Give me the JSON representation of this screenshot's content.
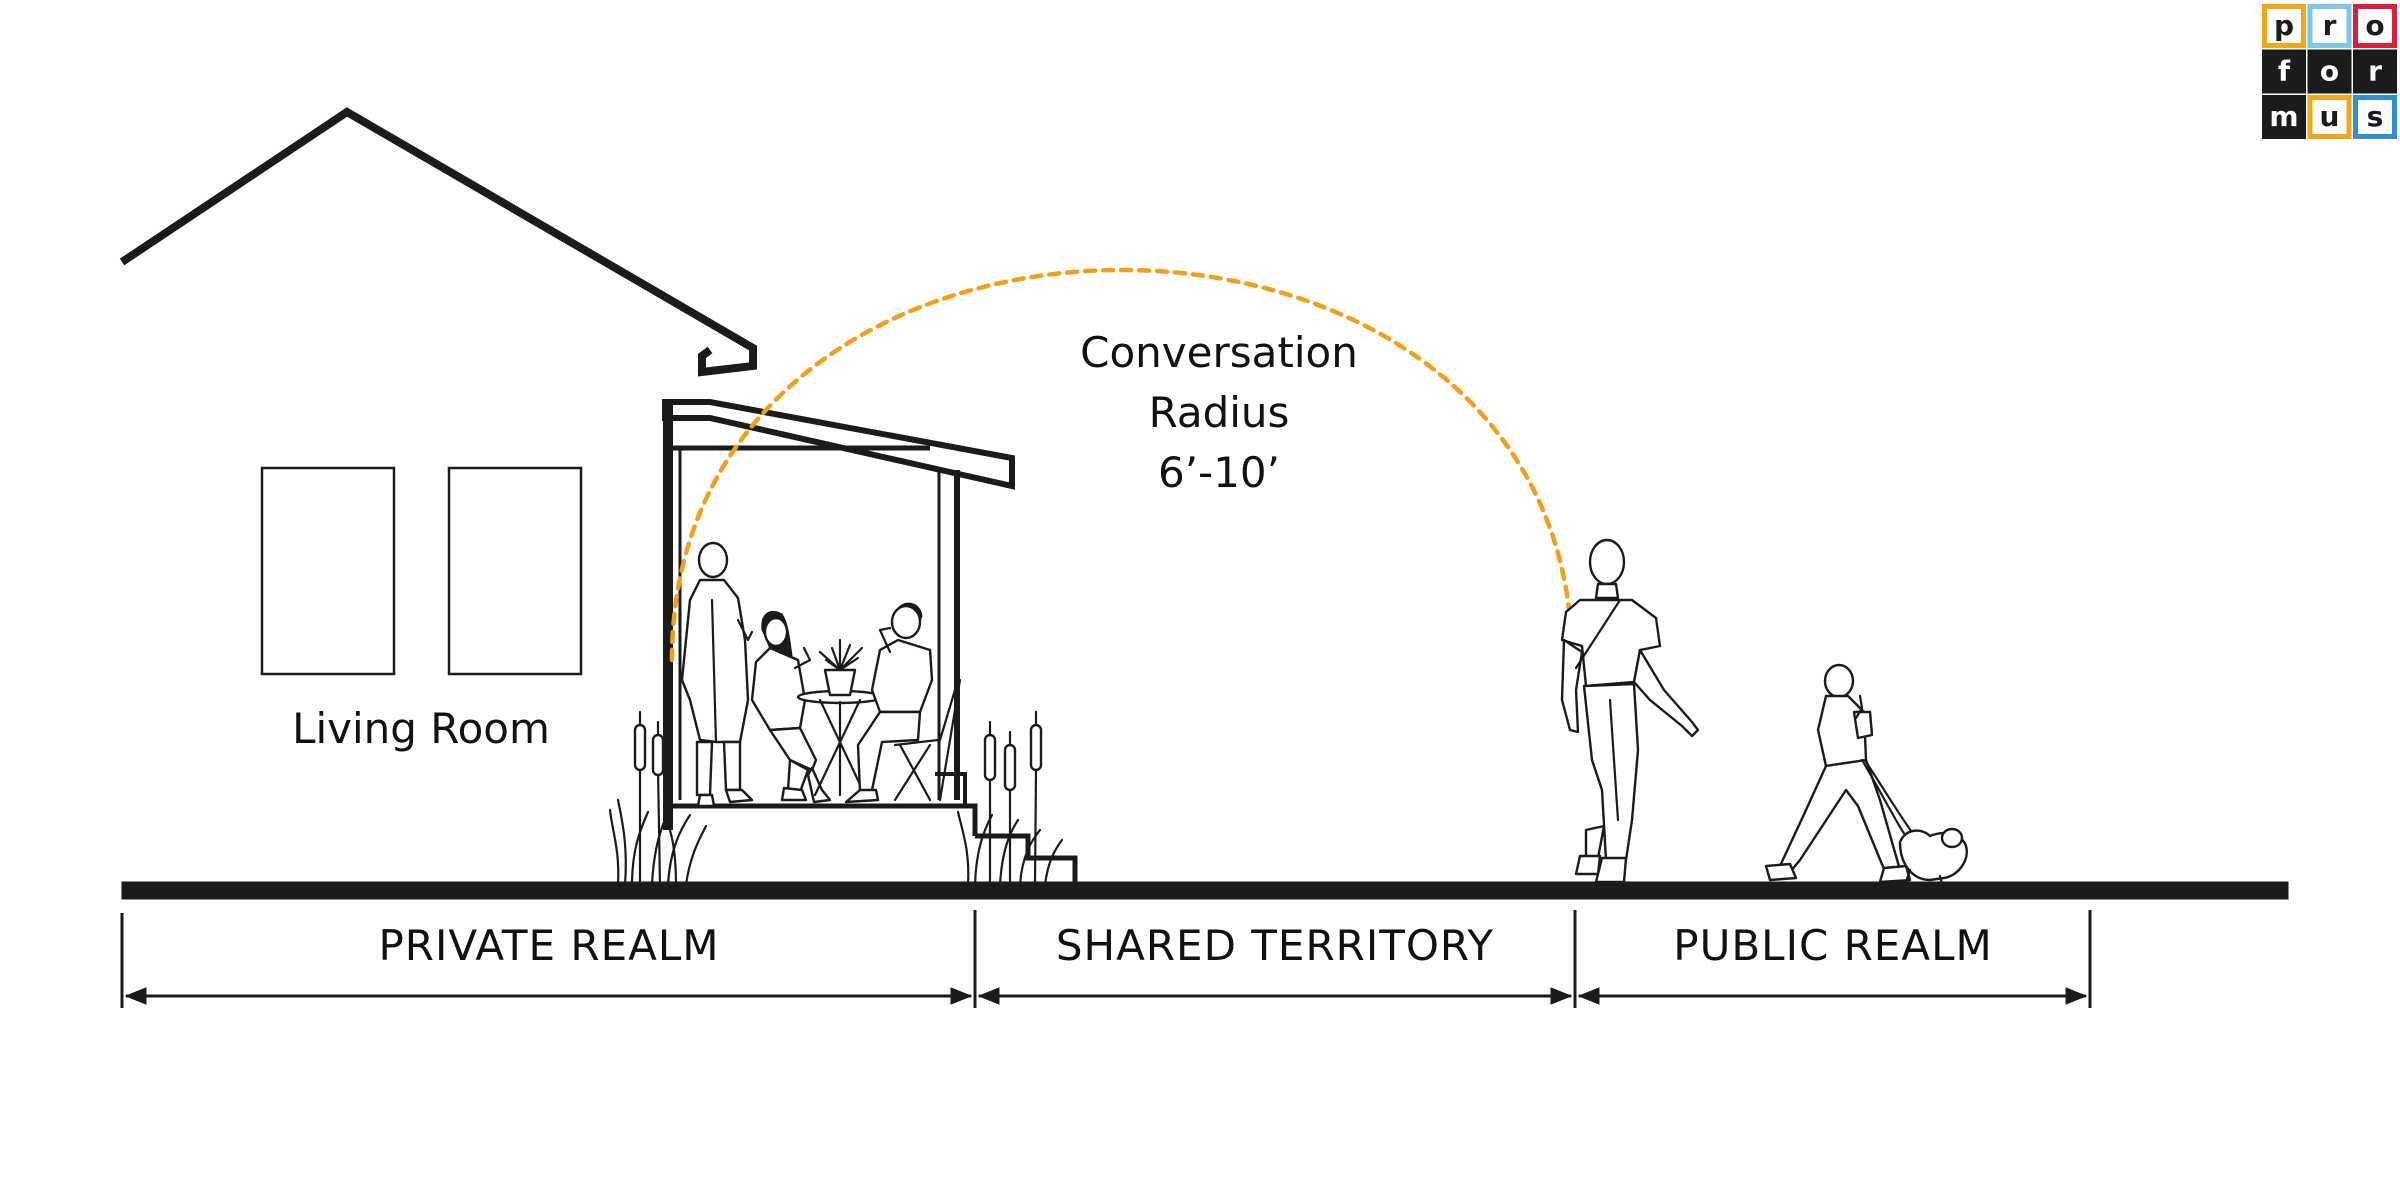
{
  "logo": {
    "cells": [
      {
        "letter": "p",
        "bg": "#ffffff",
        "fg": "#1b1b1b",
        "border": "#f2a81d"
      },
      {
        "letter": "r",
        "bg": "#ffffff",
        "fg": "#1b1b1b",
        "border": "#7ec8e3"
      },
      {
        "letter": "o",
        "bg": "#ffffff",
        "fg": "#1b1b1b",
        "border": "#d81f3c"
      },
      {
        "letter": "f",
        "bg": "#1b1b1b",
        "fg": "#ffffff",
        "border": "#1b1b1b"
      },
      {
        "letter": "o",
        "bg": "#1b1b1b",
        "fg": "#ffffff",
        "border": "#1b1b1b"
      },
      {
        "letter": "r",
        "bg": "#1b1b1b",
        "fg": "#ffffff",
        "border": "#1b1b1b"
      },
      {
        "letter": "m",
        "bg": "#1b1b1b",
        "fg": "#ffffff",
        "border": "#1b1b1b"
      },
      {
        "letter": "u",
        "bg": "#ffffff",
        "fg": "#1b1b1b",
        "border": "#f2a81d"
      },
      {
        "letter": "s",
        "bg": "#ffffff",
        "fg": "#1b1b1b",
        "border": "#2f8fd0"
      }
    ]
  },
  "labels": {
    "living_room": "Living Room",
    "conversation_line1": "Conversation",
    "conversation_line2": "Radius",
    "conversation_line3": "6’-10’"
  },
  "zones": [
    {
      "name": "PRIVATE REALM"
    },
    {
      "name": "SHARED TERRITORY"
    },
    {
      "name": "PUBLIC REALM"
    }
  ],
  "colors": {
    "line": "#1b1b1b",
    "radius_arc": "#f0a01e"
  }
}
